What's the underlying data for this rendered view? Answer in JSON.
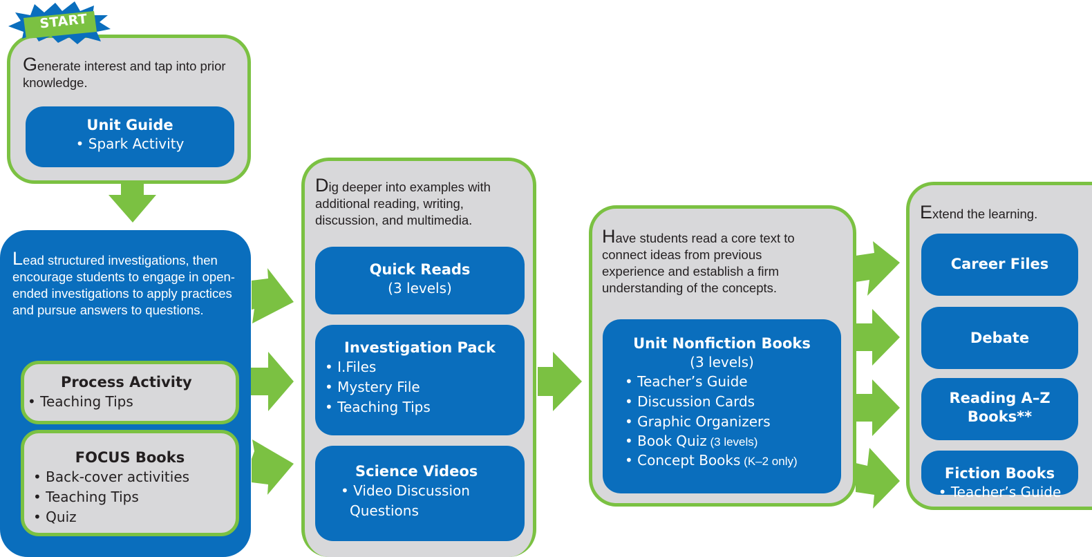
{
  "start_badge": "START",
  "step1": {
    "intro_cap": "G",
    "intro_rest": "enerate interest and tap into prior knowledge.",
    "box": {
      "title": "Unit Guide",
      "items": [
        "Spark Activity"
      ]
    }
  },
  "step2": {
    "intro_cap": "L",
    "intro_rest": "ead structured investigations, then encourage students to engage in open-ended investigations to apply practices and pursue answers to questions.",
    "boxes": [
      {
        "title": "Process Activity",
        "items": [
          "Teaching Tips"
        ]
      },
      {
        "title": "FOCUS Books",
        "items": [
          "Back-cover activities",
          "Teaching Tips",
          "Quiz"
        ]
      }
    ]
  },
  "step3": {
    "intro_cap": "D",
    "intro_rest": "ig deeper into examples with additional reading, writing, discussion, and multimedia.",
    "boxes": [
      {
        "title": "Quick Reads",
        "subtitle": "(3 levels)",
        "items": []
      },
      {
        "title": "Investigation Pack",
        "items": [
          "I.Files",
          "Mystery File",
          "Teaching Tips"
        ]
      },
      {
        "title": "Science Videos",
        "items": [
          "Video Discussion",
          "Questions"
        ]
      }
    ]
  },
  "step4": {
    "intro_cap": "H",
    "intro_rest": "ave students read a core text to connect ideas from previous experience and establish a firm understanding of the concepts.",
    "box": {
      "title": "Unit Nonfiction Books",
      "subtitle": "(3 levels)",
      "items": [
        {
          "main": "Teacher’s Guide",
          "note": ""
        },
        {
          "main": "Discussion Cards",
          "note": ""
        },
        {
          "main": "Graphic Organizers",
          "note": ""
        },
        {
          "main": "Book Quiz",
          "note": " (3 levels)"
        },
        {
          "main": "Concept Books",
          "note": " (K–2 only)"
        }
      ]
    }
  },
  "step5": {
    "intro_cap": "E",
    "intro_rest": "xtend the learning.",
    "boxes": [
      {
        "title": "Career Files",
        "items": []
      },
      {
        "title": "Debate",
        "items": []
      },
      {
        "title": "Reading A–Z Books**",
        "items": []
      },
      {
        "title": "Fiction Books",
        "items": [
          "Teacher’s Guide"
        ]
      }
    ]
  },
  "colors": {
    "green": "#7bc142",
    "blue": "#0a6ebd",
    "grey": "#d8d8da"
  }
}
